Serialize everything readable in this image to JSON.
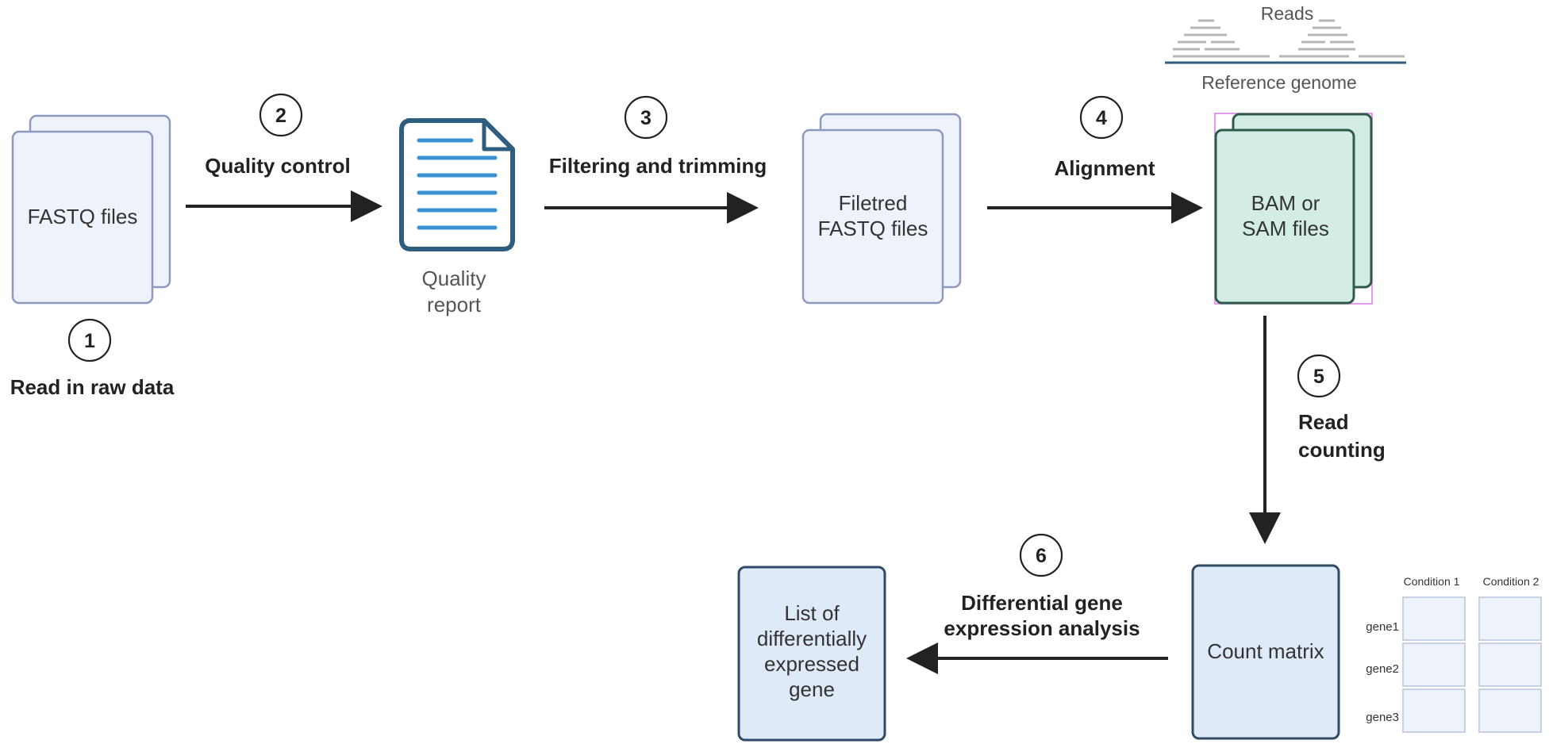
{
  "steps": [
    {
      "number": "1",
      "label": "Read in raw data"
    },
    {
      "number": "2",
      "label": "Quality control"
    },
    {
      "number": "3",
      "label": "Filtering and trimming"
    },
    {
      "number": "4",
      "label": "Alignment"
    },
    {
      "number": "5",
      "label_line1": "Read",
      "label_line2": "counting"
    },
    {
      "number": "6",
      "label_line1": "Differential gene",
      "label_line2": "expression analysis"
    }
  ],
  "nodes": {
    "fastq": {
      "label": "FASTQ files"
    },
    "quality_report": {
      "line1": "Quality",
      "line2": "report"
    },
    "filtered_fastq": {
      "line1": "Filetred",
      "line2": "FASTQ files"
    },
    "bam_sam": {
      "line1": "BAM or",
      "line2": "SAM files"
    },
    "count_matrix": {
      "label": "Count matrix"
    },
    "deg_list": {
      "line1": "List of",
      "line2": "differentially",
      "line3": "expressed",
      "line4": "gene"
    }
  },
  "alignment_inset": {
    "reads_label": "Reads",
    "reference_label": "Reference genome"
  },
  "matrix": {
    "columns": [
      "Condition 1",
      "Condition 2"
    ],
    "rows": [
      "gene1",
      "gene2",
      "gene3"
    ]
  },
  "colors": {
    "doc_fill": "#eef2fb",
    "doc_stroke": "#8f98bf",
    "bam_fill": "#d3ede6",
    "bam_stroke": "#2f5a4a",
    "matrix_fill": "#dfeaf8",
    "matrix_stroke": "#2e4a66",
    "report_stroke": "#2f5d80",
    "report_lines": "#3a91cf",
    "arrow": "#222222"
  }
}
